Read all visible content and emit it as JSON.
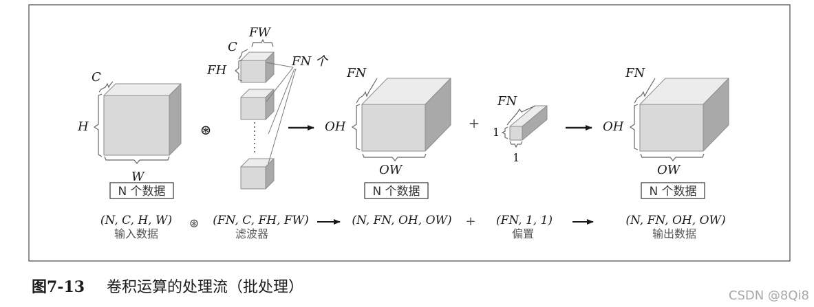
{
  "diagram": {
    "input": {
      "channel_label": "C",
      "height_label": "H",
      "width_label": "W",
      "batch_count": "N 个数据",
      "shape": "(N, C, H, W)",
      "caption": "输入数据"
    },
    "conv_operator": "⊛",
    "filter": {
      "channel_label": "C",
      "width_label": "FW",
      "height_label": "FH",
      "count_label": "FN 个",
      "shape": "(FN, C, FH, FW)",
      "caption": "滤波器"
    },
    "output": {
      "channel_label": "FN",
      "height_label": "OH",
      "width_label": "OW",
      "batch_count": "N 个数据",
      "shape": "(N, FN, OH, OW)"
    },
    "plus": "+",
    "bias": {
      "channel_label": "FN",
      "height_label": "1",
      "width_label": "1",
      "shape": "(FN, 1, 1)",
      "caption": "偏置"
    },
    "result": {
      "channel_label": "FN",
      "height_label": "OH",
      "width_label": "OW",
      "batch_count": "N 个数据",
      "shape": "(N, FN, OH, OW)",
      "caption": "输出数据"
    }
  },
  "caption": {
    "number": "图7-13",
    "title": "卷积运算的处理流（批处理）"
  },
  "watermark": "CSDN @8Qi8",
  "colors": {
    "cube_front": "#d9d9d9",
    "cube_top": "#ececec",
    "cube_side": "#a9a9a9",
    "cube_stroke": "#8c8c8c",
    "frame": "#555555"
  }
}
